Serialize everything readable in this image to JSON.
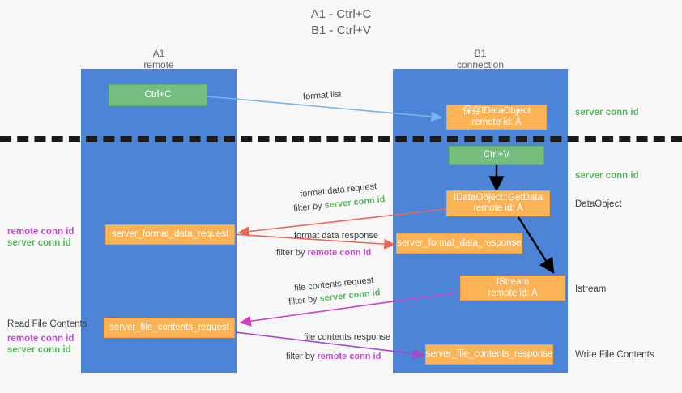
{
  "title": {
    "line1": "A1 - Ctrl+C",
    "line2": "B1 - Ctrl+V"
  },
  "lanes": [
    {
      "name": "A1",
      "sub": "remote"
    },
    {
      "name": "B1",
      "sub": "connection"
    }
  ],
  "boxes": {
    "ctrl_c": "Ctrl+C",
    "ctrl_v": "Ctrl+V",
    "save_dataobject_l1": "保存IDataObject",
    "save_dataobject_l2": "remote id: A",
    "getdata_l1": "IDataObject::GetData",
    "getdata_l2": "remote id: A",
    "istream_l1": "IStream",
    "istream_l2": "remote id: A",
    "server_format_data_request": "server_format_data_request",
    "server_format_data_response": "server_format_data_response",
    "server_file_contents_request": "server_file_contents_request",
    "server_file_contents_response": "server_file_contents_response"
  },
  "right_labels": {
    "server_conn_id_top": "server conn id",
    "server_conn_id_mid": "server conn id",
    "dataobject": "DataObject",
    "istream": "Istream",
    "write_file_contents": "Write File Contents"
  },
  "left_labels": {
    "remote_conn_id_1": "remote conn id",
    "server_conn_id_1": "server conn id",
    "read_file_contents": "Read File Contents",
    "remote_conn_id_2": "remote conn id",
    "server_conn_id_2": "server conn id"
  },
  "captions": {
    "format_list": "format list",
    "format_data_request": "format data request",
    "format_data_request_filter_prefix": "filter by ",
    "format_data_request_filter_value": "server conn id",
    "format_data_response": "format data response",
    "format_data_response_filter_prefix": "filter by ",
    "format_data_response_filter_value": "remote conn id",
    "file_contents_request": "file contents request",
    "file_contents_request_filter_prefix": "filter by ",
    "file_contents_request_filter_value": "server conn id",
    "file_contents_response": "file contents response",
    "file_contents_response_filter_prefix": "filter by ",
    "file_contents_response_filter_value": "remote conn id"
  },
  "colors": {
    "lane": "#4c84d8",
    "green_box": "#76be7f",
    "orange_box": "#fbb355",
    "green_text": "#57b65f",
    "purple_text": "#c44ad0",
    "blue_arrow": "#7ab4e8",
    "red_arrow": "#e8695a",
    "magenta_arrow": "#d13fc4",
    "purple_arrow": "#a64ac9",
    "black_arrow": "#000000",
    "divider": "#1a1a1a"
  }
}
